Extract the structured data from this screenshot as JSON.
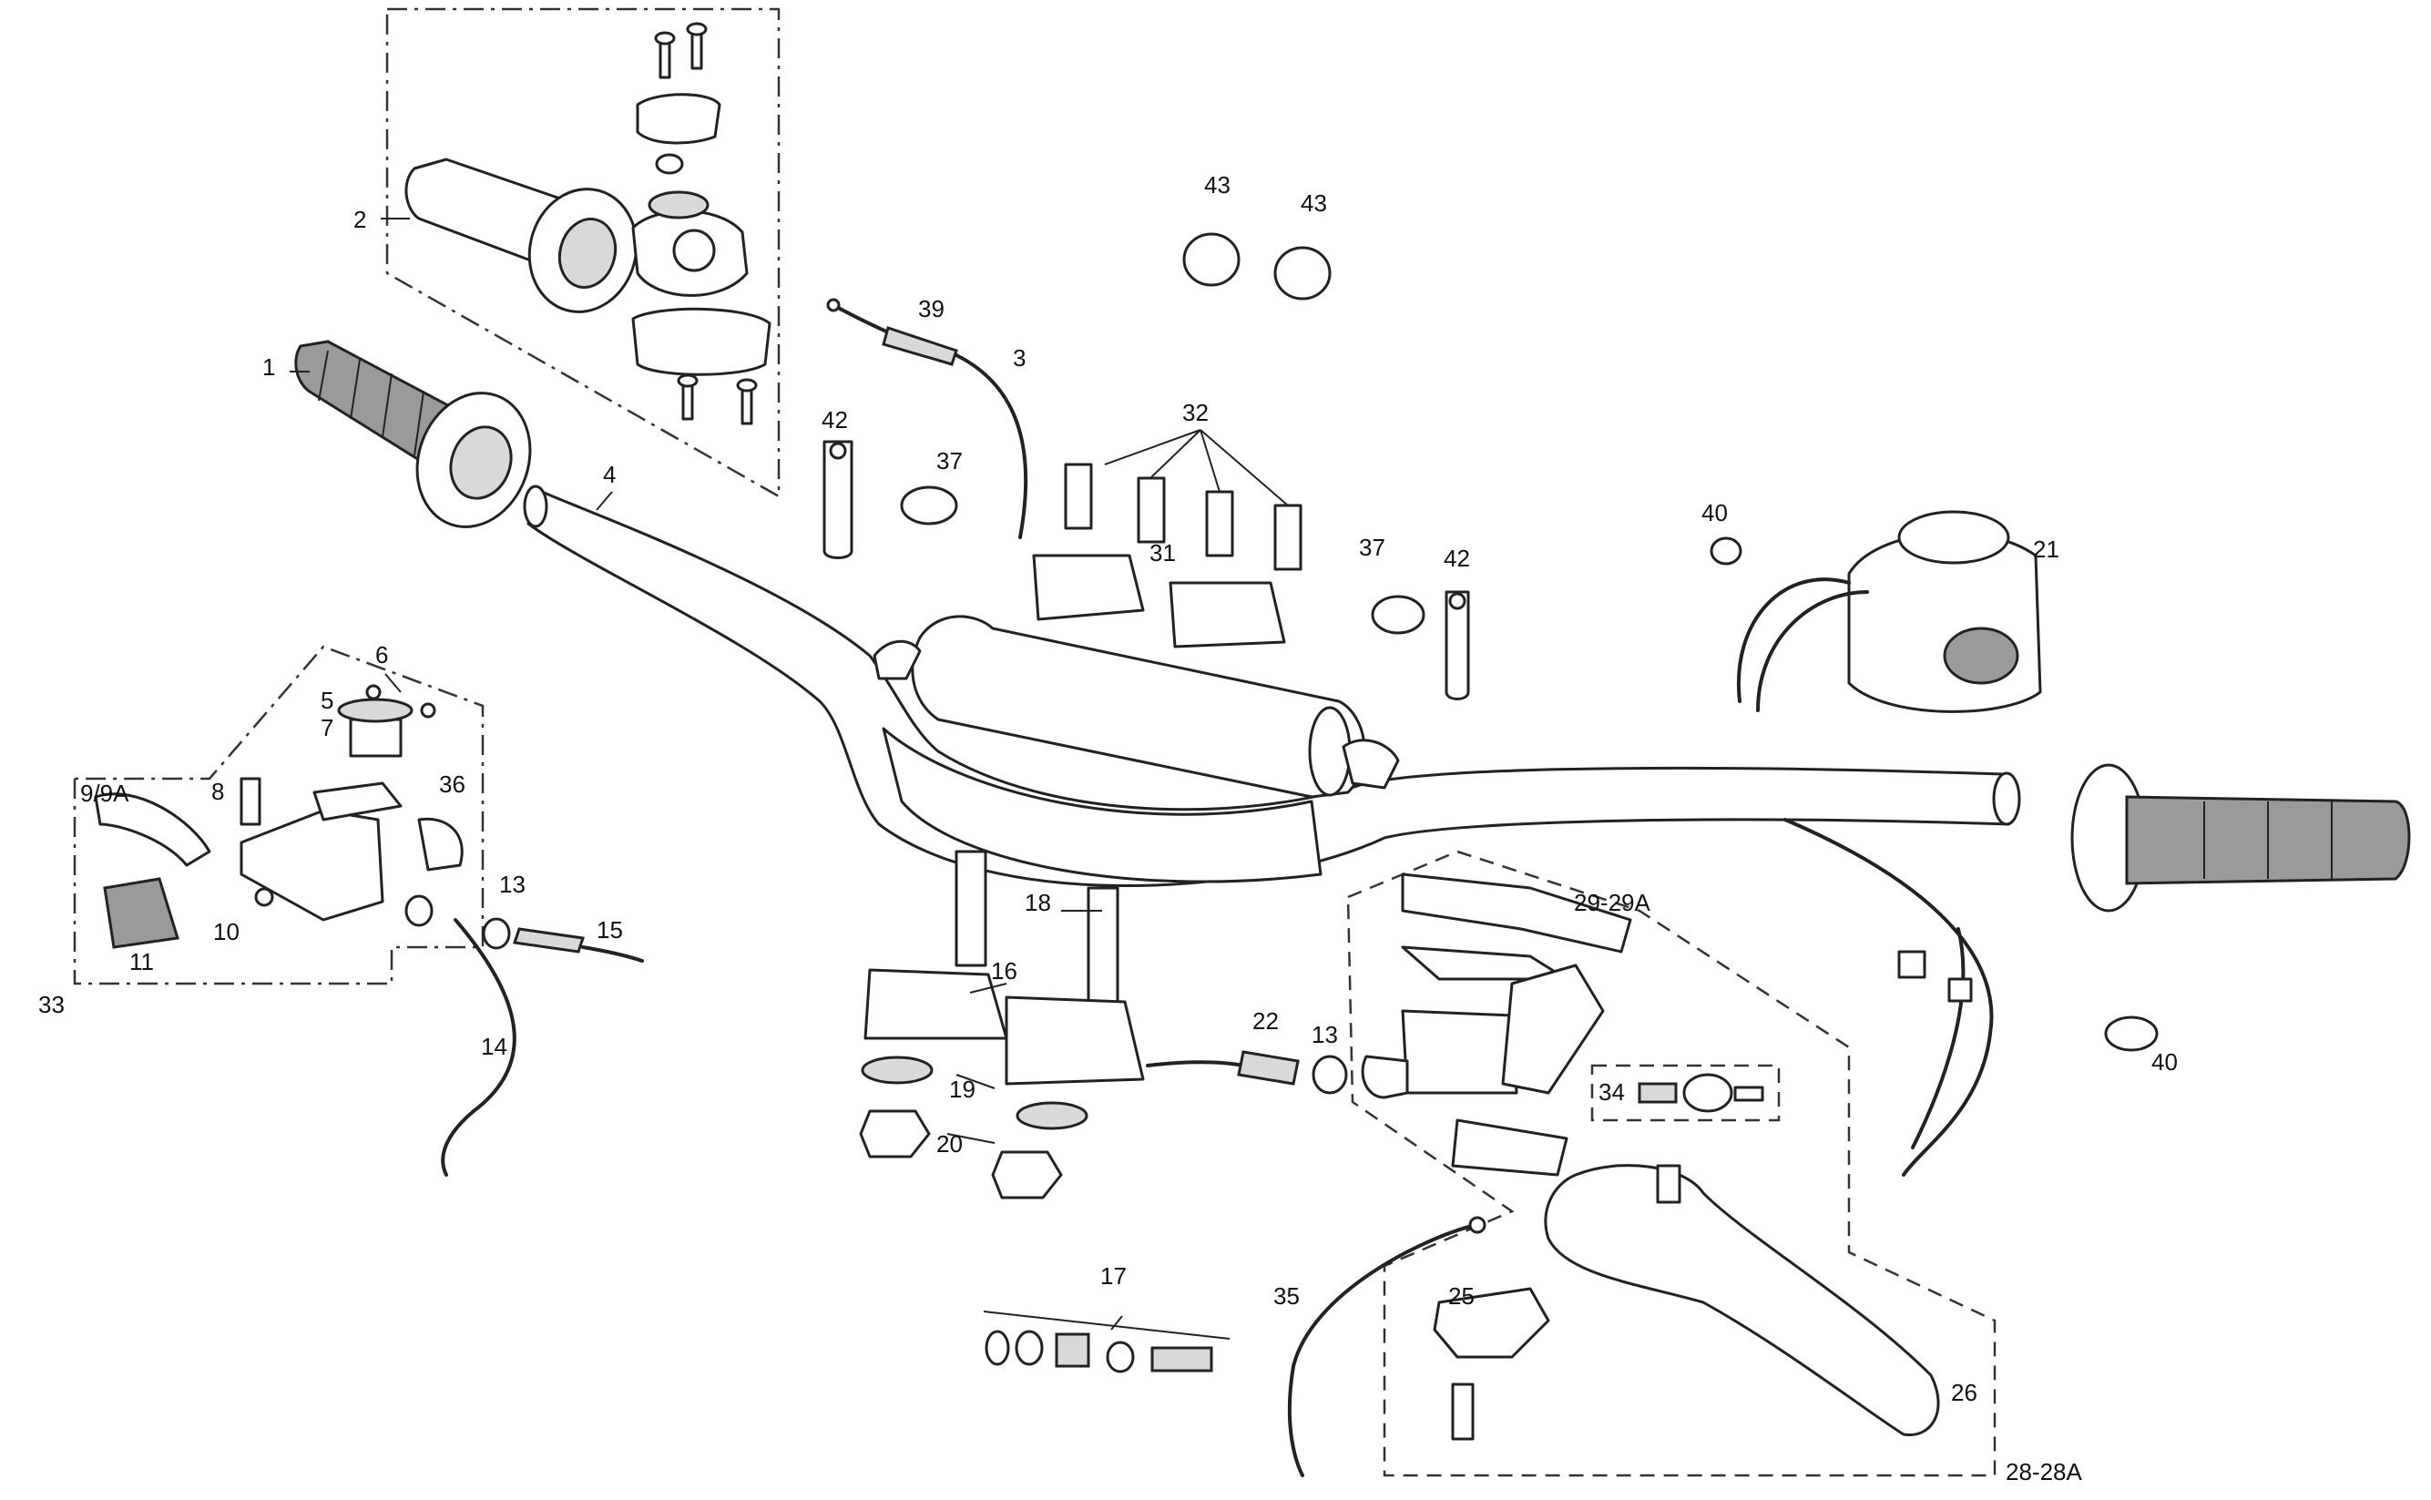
{
  "labels": {
    "l1": "1",
    "l2": "2",
    "l3": "3",
    "l4": "4",
    "l5": "5",
    "l6": "6",
    "l7": "7",
    "l8": "8",
    "l9": "9/9A",
    "l10": "10",
    "l11": "11",
    "l13a": "13",
    "l13b": "13",
    "l14": "14",
    "l15": "15",
    "l16": "16",
    "l17": "17",
    "l18": "18",
    "l19": "19",
    "l20": "20",
    "l21": "21",
    "l22": "22",
    "l25": "25",
    "l26": "26",
    "l28": "28-28A",
    "l29": "29-29A",
    "l31": "31",
    "l32": "32",
    "l33": "33",
    "l34": "34",
    "l35": "35",
    "l36": "36",
    "l37a": "37",
    "l37b": "37",
    "l39": "39",
    "l40a": "40",
    "l40b": "40",
    "l42a": "42",
    "l42b": "42",
    "l43a": "43",
    "l43b": "43"
  }
}
